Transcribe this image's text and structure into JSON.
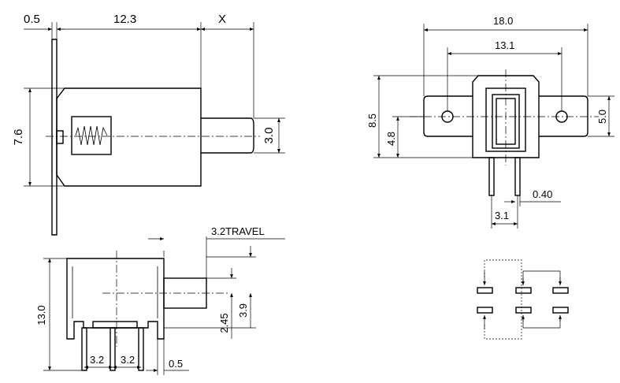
{
  "side_view": {
    "dim_flange": "0.5",
    "dim_length": "12.3",
    "dim_x": "X",
    "dim_height": "7.6",
    "dim_actuator": "3.0"
  },
  "front_view": {
    "dim_width": "18.0",
    "dim_holes": "13.1",
    "dim_height": "8.5",
    "dim_center": "4.8",
    "dim_tab": "5.0",
    "dim_pin": "0.40",
    "dim_pitch": "3.1"
  },
  "bottom_view": {
    "dim_travel": "3.2TRAVEL",
    "dim_height": "13.0",
    "dim_pitch_1": "3.2",
    "dim_pitch_2": "3.2",
    "dim_thickness": "0.5",
    "dim_offset": "2.45",
    "dim_axis": "3.9"
  }
}
